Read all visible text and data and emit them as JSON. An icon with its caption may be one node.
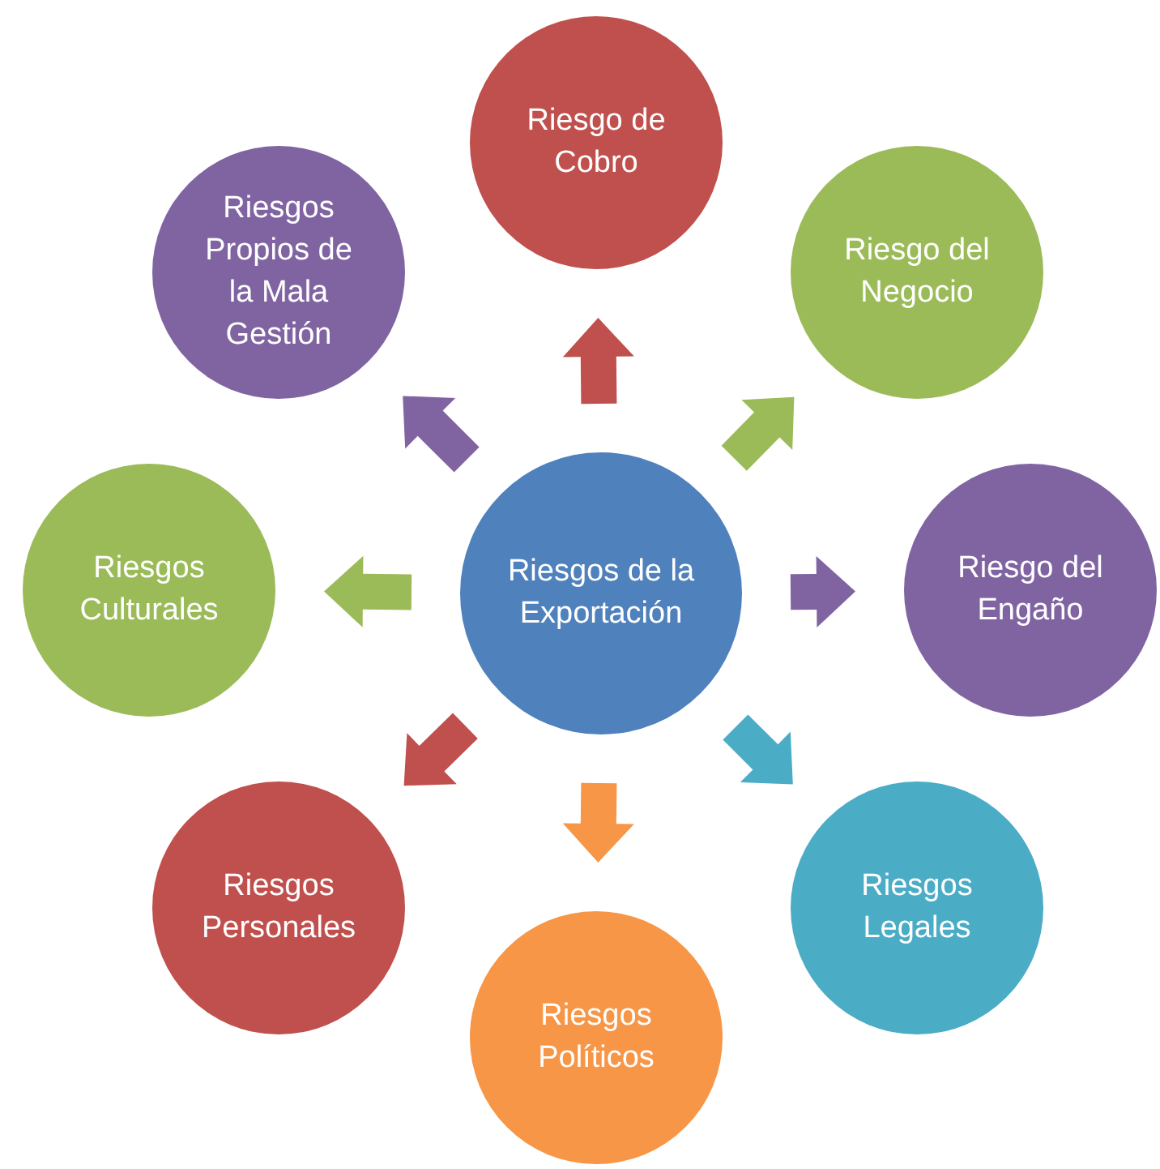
{
  "diagram": {
    "nodes": [
      {
        "text": [
          "Riesgos de la Exportación"
        ]
      },
      {
        "text": [
          "Riesgo de Cobro"
        ]
      },
      {
        "text": [
          "Riesgo del Negocio"
        ]
      },
      {
        "text": [
          "Riesgo del Engaño"
        ]
      },
      {
        "text": [
          "Riesgos Legales"
        ]
      },
      {
        "text": [
          "Riesgos Políticos"
        ]
      },
      {
        "text": [
          "Riesgos Personales"
        ]
      },
      {
        "text": [
          "Riesgos Culturales"
        ]
      },
      {
        "text": [
          "Riesgos Propios de la Mala Gestión"
        ]
      }
    ],
    "edges": [
      {
        "from": 0,
        "to": 1,
        "arrow": "to",
        "color": "#c0504d"
      },
      {
        "from": 0,
        "to": 2,
        "arrow": "to",
        "color": "#9bbb59"
      },
      {
        "from": 0,
        "to": 3,
        "arrow": "to",
        "color": "#8064a2"
      },
      {
        "from": 0,
        "to": 4,
        "arrow": "to",
        "color": "#4bacc6"
      },
      {
        "from": 0,
        "to": 5,
        "arrow": "to",
        "color": "#f79646"
      },
      {
        "from": 0,
        "to": 6,
        "arrow": "to",
        "color": "#c0504d"
      },
      {
        "from": 0,
        "to": 7,
        "arrow": "to",
        "color": "#9bbb59"
      },
      {
        "from": 0,
        "to": 8,
        "arrow": "to",
        "color": "#8064a2"
      }
    ]
  }
}
